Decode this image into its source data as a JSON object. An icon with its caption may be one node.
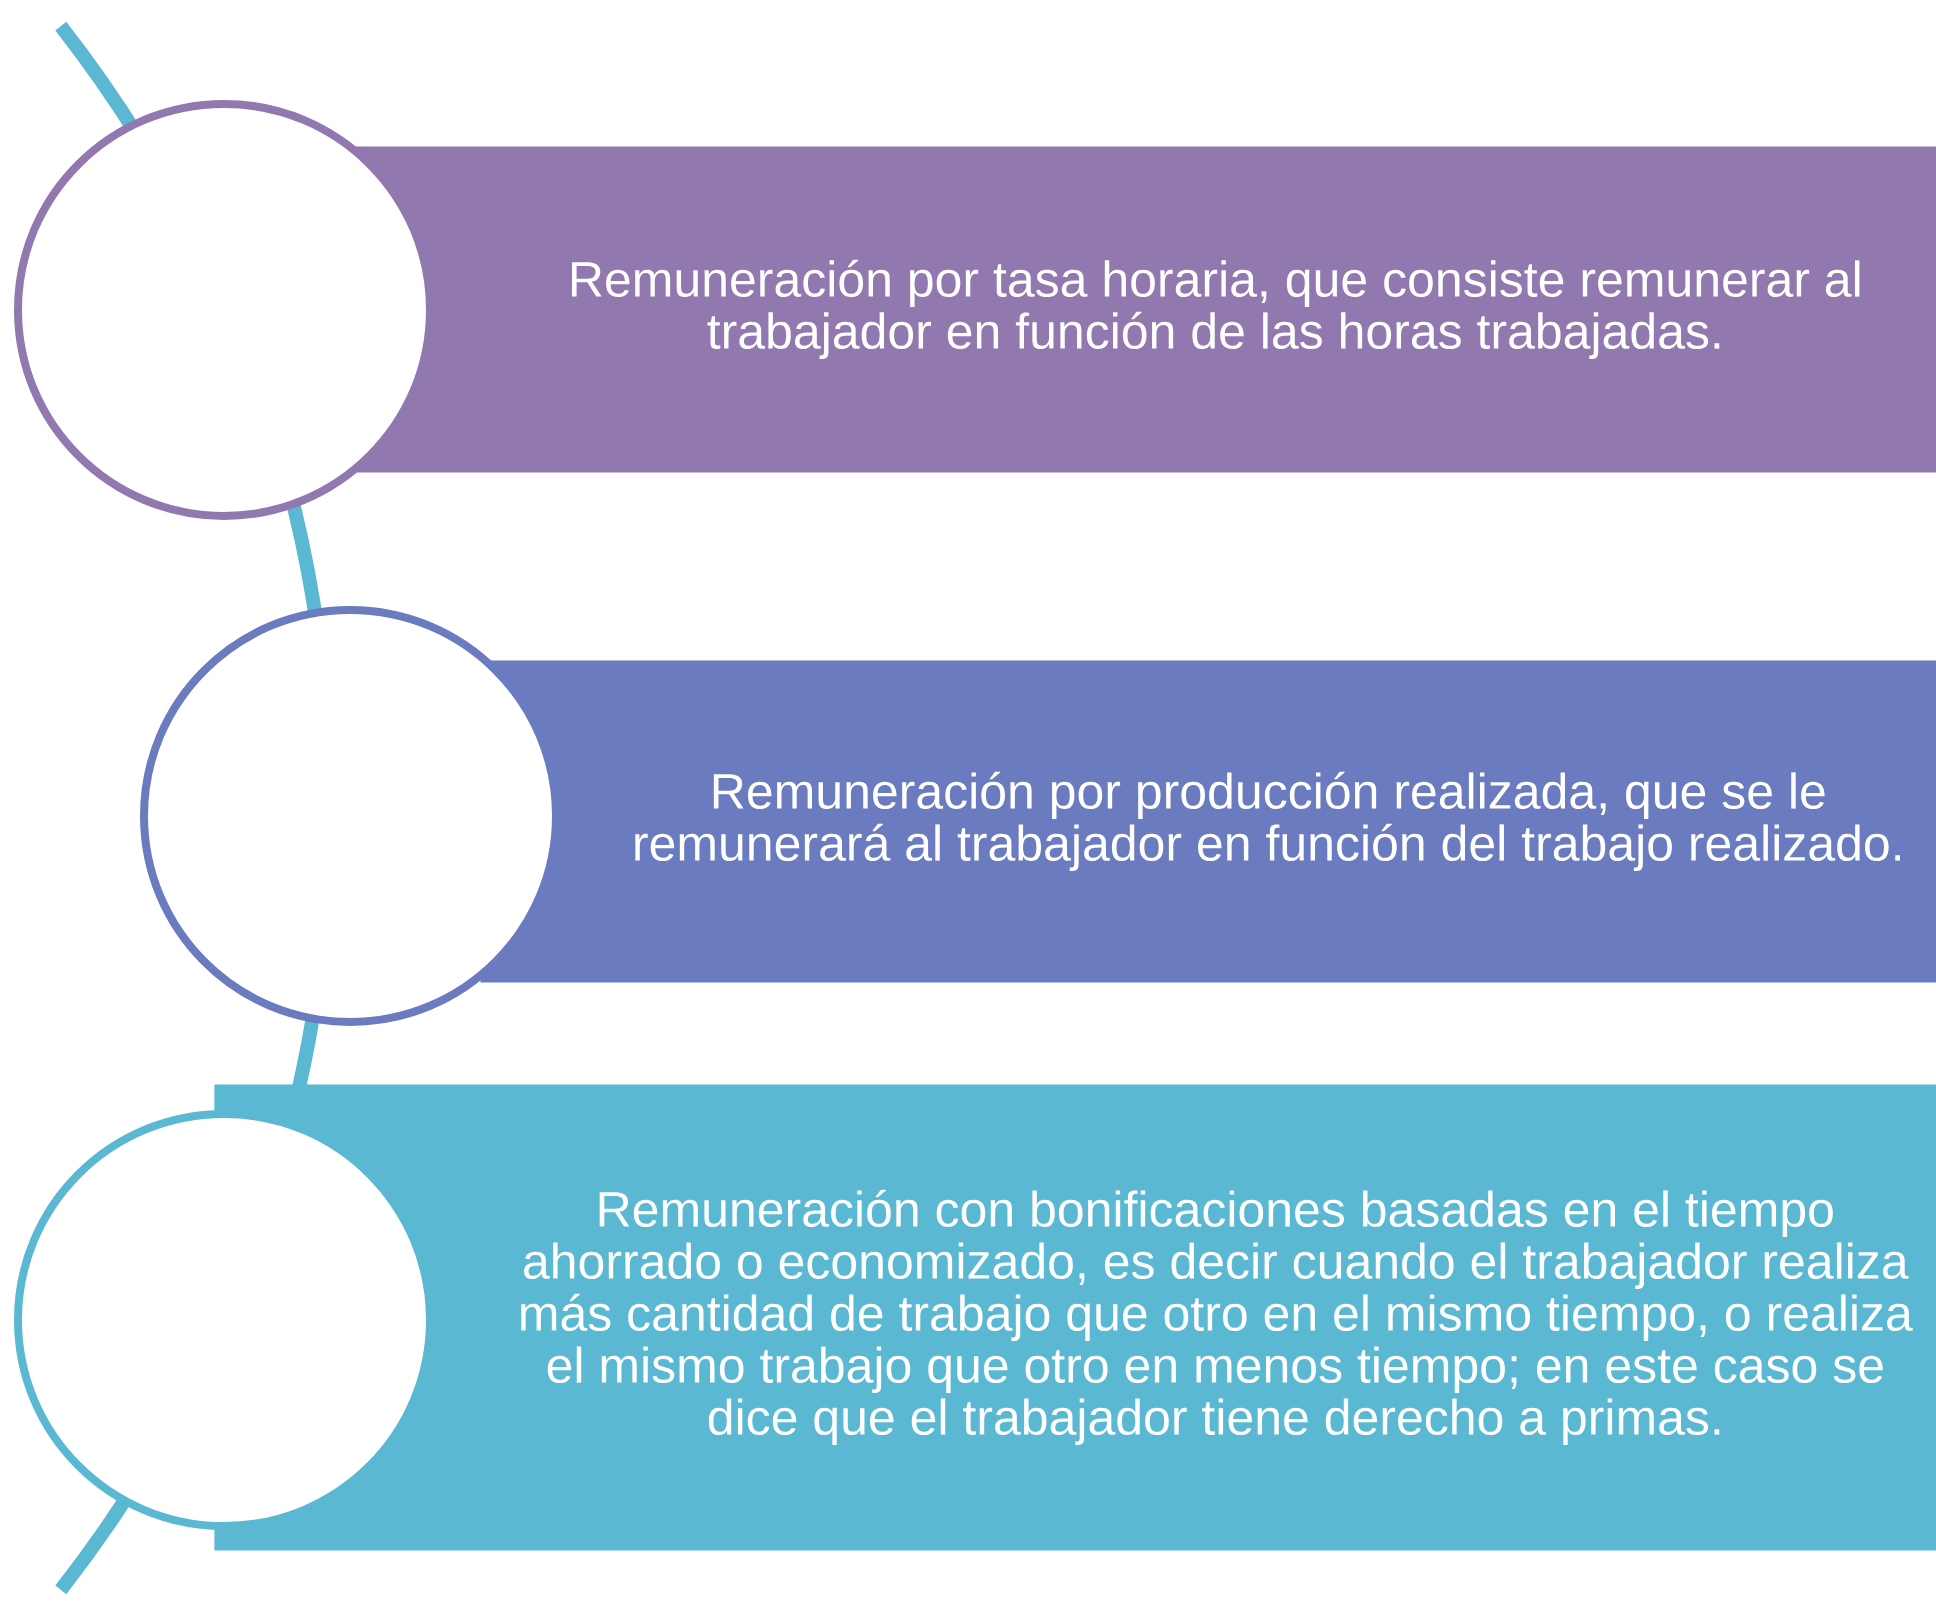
{
  "diagram": {
    "nodes": [
      {
        "text": [],
        "shape": "circle"
      },
      {
        "text": [
          "Remuneración por tasa horaria, que consiste remunerar al trabajador en función de las horas trabajadas."
        ]
      },
      {
        "text": [],
        "shape": "circle"
      },
      {
        "text": [
          "Remuneración por producción realizada, que se le remunerará al trabajador en función del trabajo realizado."
        ]
      },
      {
        "text": [],
        "shape": "circle"
      },
      {
        "text": [
          "Remuneración con bonificaciones basadas en el tiempo ahorrado o economizado, es decir cuando el trabajador realiza más cantidad de trabajo que otro en el mismo tiempo, o realiza el mismo trabajo que otro en menos tiempo; en este caso se dice que el trabajador tiene derecho a primas."
        ]
      }
    ]
  }
}
